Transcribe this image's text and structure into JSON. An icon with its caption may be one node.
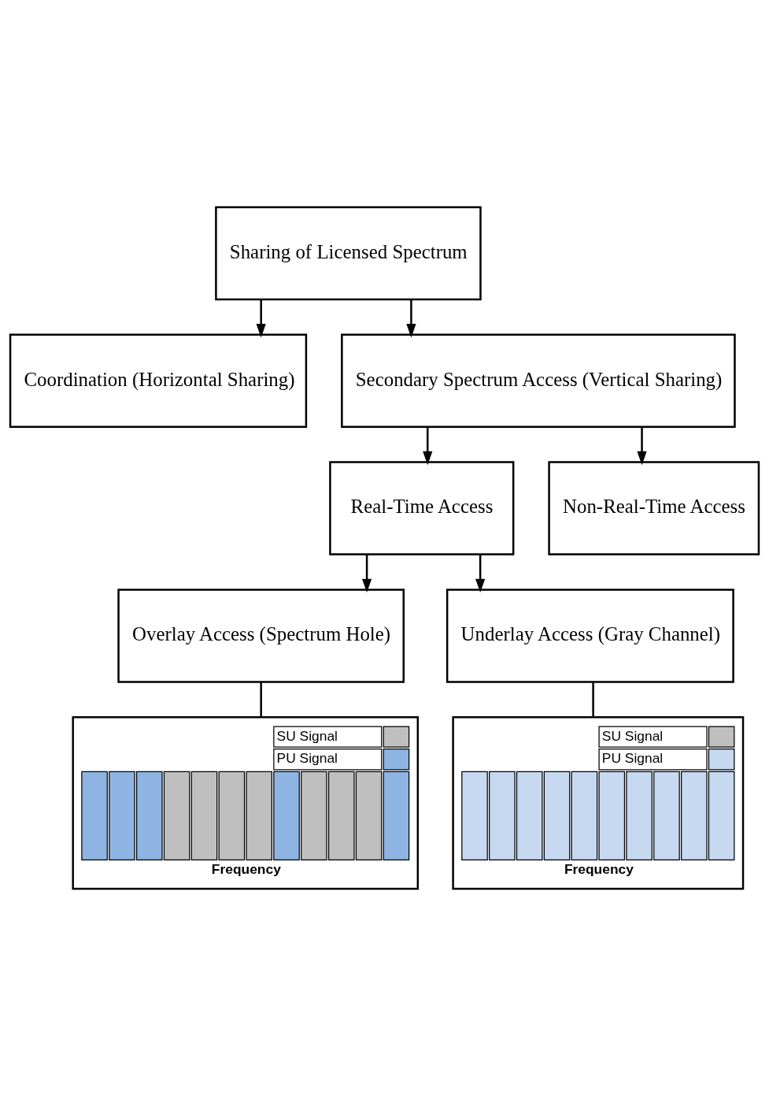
{
  "diagram": {
    "nodes": [
      {
        "text": [
          "Sharing of Licensed Spectrum"
        ]
      },
      {
        "text": [
          "Coordination (Horizontal Sharing)"
        ]
      },
      {
        "text": [
          "Secondary Spectrum Access (Vertical Sharing)"
        ]
      },
      {
        "text": [
          "Real-Time Access"
        ]
      },
      {
        "text": [
          "Non-Real-Time Access"
        ]
      },
      {
        "text": [
          "Overlay Access (Spectrum Hole)"
        ]
      },
      {
        "text": [
          "Underlay Access (Gray Channel)"
        ]
      },
      {
        "text": [
          "SU Signal",
          "PU Signal",
          "Frequency"
        ]
      },
      {
        "text": [
          "SU Signal",
          "PU Signal",
          "Frequency"
        ]
      }
    ],
    "edges": [
      {
        "from": 0,
        "to": 1,
        "arrow": "to"
      },
      {
        "from": 0,
        "to": 2,
        "arrow": "to"
      },
      {
        "from": 2,
        "to": 3,
        "arrow": "to"
      },
      {
        "from": 2,
        "to": 4,
        "arrow": "to"
      },
      {
        "from": 3,
        "to": 5,
        "arrow": "to"
      },
      {
        "from": 3,
        "to": 6,
        "arrow": "to"
      },
      {
        "from": 5,
        "to": 7,
        "arrow": "none"
      },
      {
        "from": 6,
        "to": 8,
        "arrow": "none"
      }
    ]
  }
}
